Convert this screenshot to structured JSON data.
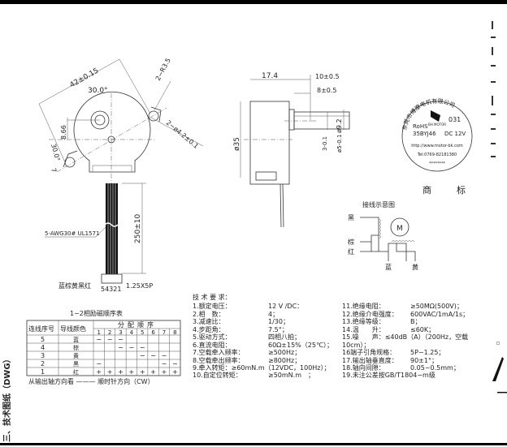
{
  "section_title": "三、技术图纸（DWG）",
  "front_view": {
    "dim_width": "42±0.15",
    "dim_angle_top": "30.0°",
    "dim_radius": "2−R3.5",
    "dim_holes": "2−ø4.2±0.1",
    "dim_offset": "8.66",
    "dim_angle_left": "30.0°",
    "dim_seven": "7",
    "dim_lead_length": "250±10",
    "wire_spec": "5-AWG30# UL1571",
    "wire_colors": "蓝棕黄黑红",
    "pin_numbers": "54321",
    "connector_spec": "1.25X5P"
  },
  "side_view": {
    "dim_body": "17.4",
    "dim_shaft_total": "10±0.5",
    "dim_shaft_flat": "8±0.5",
    "dim_diameter": "ø35",
    "dim_boss": "ø9.2",
    "dim_flat": "3-0.1",
    "dim_shaft": "ø5-0.1"
  },
  "trademark": {
    "company": "东莞市博摩电机有限公司",
    "rohs": "RoHS",
    "model": "35BYJ46",
    "code": "031",
    "brand": "BH MOTOR",
    "voltage": "DC 12V",
    "url": "http://www.motor-bk.com",
    "tel": "Tel:0769-82181380",
    "stars": "********",
    "caption_left": "商",
    "caption_right": "标"
  },
  "wiring": {
    "title": "接线示意图",
    "motor_label": "M",
    "black": "黑",
    "brown": "棕",
    "red": "红",
    "blue": "蓝",
    "yellow": "黄"
  },
  "sequence_table": {
    "title": "1−2相励磁顺序表",
    "col_seq": "连线序号",
    "col_color": "导线颜色",
    "col_distribution": "分配顺序",
    "steps": [
      "1",
      "2",
      "3",
      "4",
      "5",
      "6",
      "7",
      "8"
    ],
    "rows": [
      {
        "seq": "5",
        "color": "蓝",
        "cells": [
          "−",
          "−",
          "−",
          "",
          "",
          "",
          "",
          ""
        ]
      },
      {
        "seq": "4",
        "color": "棕",
        "cells": [
          "",
          "",
          "−",
          "−",
          "−",
          "",
          "",
          ""
        ]
      },
      {
        "seq": "3",
        "color": "黄",
        "cells": [
          "",
          "",
          "",
          "",
          "−",
          "−",
          "−",
          ""
        ]
      },
      {
        "seq": "2",
        "color": "黑",
        "cells": [
          "−",
          "",
          "",
          "",
          "",
          "",
          "−",
          "−"
        ]
      },
      {
        "seq": "1",
        "color": "红",
        "cells": [
          "+",
          "+",
          "+",
          "+",
          "+",
          "+",
          "+",
          "+"
        ]
      }
    ],
    "footer": "从输出轴方向看 ——— 顺时针方向（CW）"
  },
  "requirements": {
    "title": "技 术 要 求：",
    "left": [
      {
        "label": "1.额定电压：",
        "value": "12 V /DC："
      },
      {
        "label": "2.相　数：",
        "value": "4；"
      },
      {
        "label": "3.减速比：",
        "value": "1/30；"
      },
      {
        "label": "4.步距角：",
        "value": "7.5°；"
      },
      {
        "label": "5.驱动方式：",
        "value": "四相八拍；"
      },
      {
        "label": "6.直流电阻：",
        "value": "60Ω±15%（25℃）；"
      },
      {
        "label": "7.空载牵入频率：",
        "value": "≥500Hz；"
      },
      {
        "label": "8.空载牵出频率：",
        "value": "≥800Hz；"
      },
      {
        "label": "9.牵入转矩：≥60mN.m（12VDC，100Hz）；",
        "value": ""
      },
      {
        "label": "10.自定位转矩：",
        "value": "≥50mN.m　；"
      }
    ],
    "right": [
      {
        "label": "11.绝缘电阻：",
        "value": "≥50MΩ(500V)；"
      },
      {
        "label": "12.绝缘介电强度：",
        "value": "600VAC/1mA/1s；"
      },
      {
        "label": "13.绝缘等级：",
        "value": "B；"
      },
      {
        "label": "14.温　　升：",
        "value": "≤60K；"
      },
      {
        "label": "15.噪　　声：≤40dB（A）（200Hz，空载",
        "value": ""
      },
      {
        "label": "10cm）；",
        "value": ""
      },
      {
        "label": "16端子引角规格：",
        "value": "5P−1.25；"
      },
      {
        "label": "17.输出轴垂直度：",
        "value": "90±1°；"
      },
      {
        "label": "18.轴向间隙：",
        "value": "0.05~0.5mm；"
      },
      {
        "label": "19.未注公差按GB/T1804−m级",
        "value": ""
      }
    ]
  }
}
